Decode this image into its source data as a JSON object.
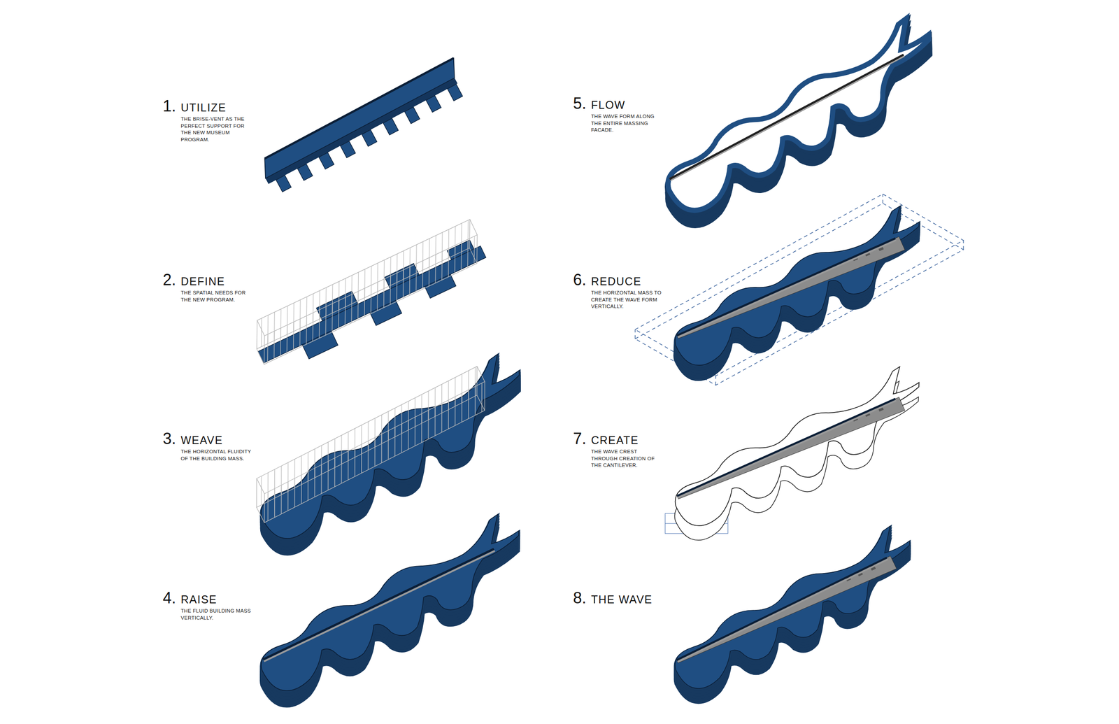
{
  "diagram": {
    "labels": [
      "1.",
      "UTILIZE",
      "THE BRISE-VENT AS THE PERFECT SUPPORT FOR THE NEW MUSEUM PROGRAM.",
      "2.",
      "DEFINE",
      "THE SPATIAL NEEDS FOR THE NEW PROGRAM.",
      "3.",
      "WEAVE",
      "THE HORIZONTAL FLUIDITY OF THE BUILDING MASS.",
      "4.",
      "RAISE",
      "THE FLUID BUILDING MASS VERTICALLY.",
      "5.",
      "FLOW",
      "THE WAVE FORM ALONG THE ENTIRE MASSING FACADE.",
      "6.",
      "REDUCE",
      "THE HORIZONTAL MASS TO CREATE THE WAVE FORM VERTICALLY.",
      "7.",
      "CREATE",
      "THE WAVE CREST THROUGH CREATION OF THE CANTILEVER.",
      "8.",
      "THE WAVE"
    ]
  }
}
